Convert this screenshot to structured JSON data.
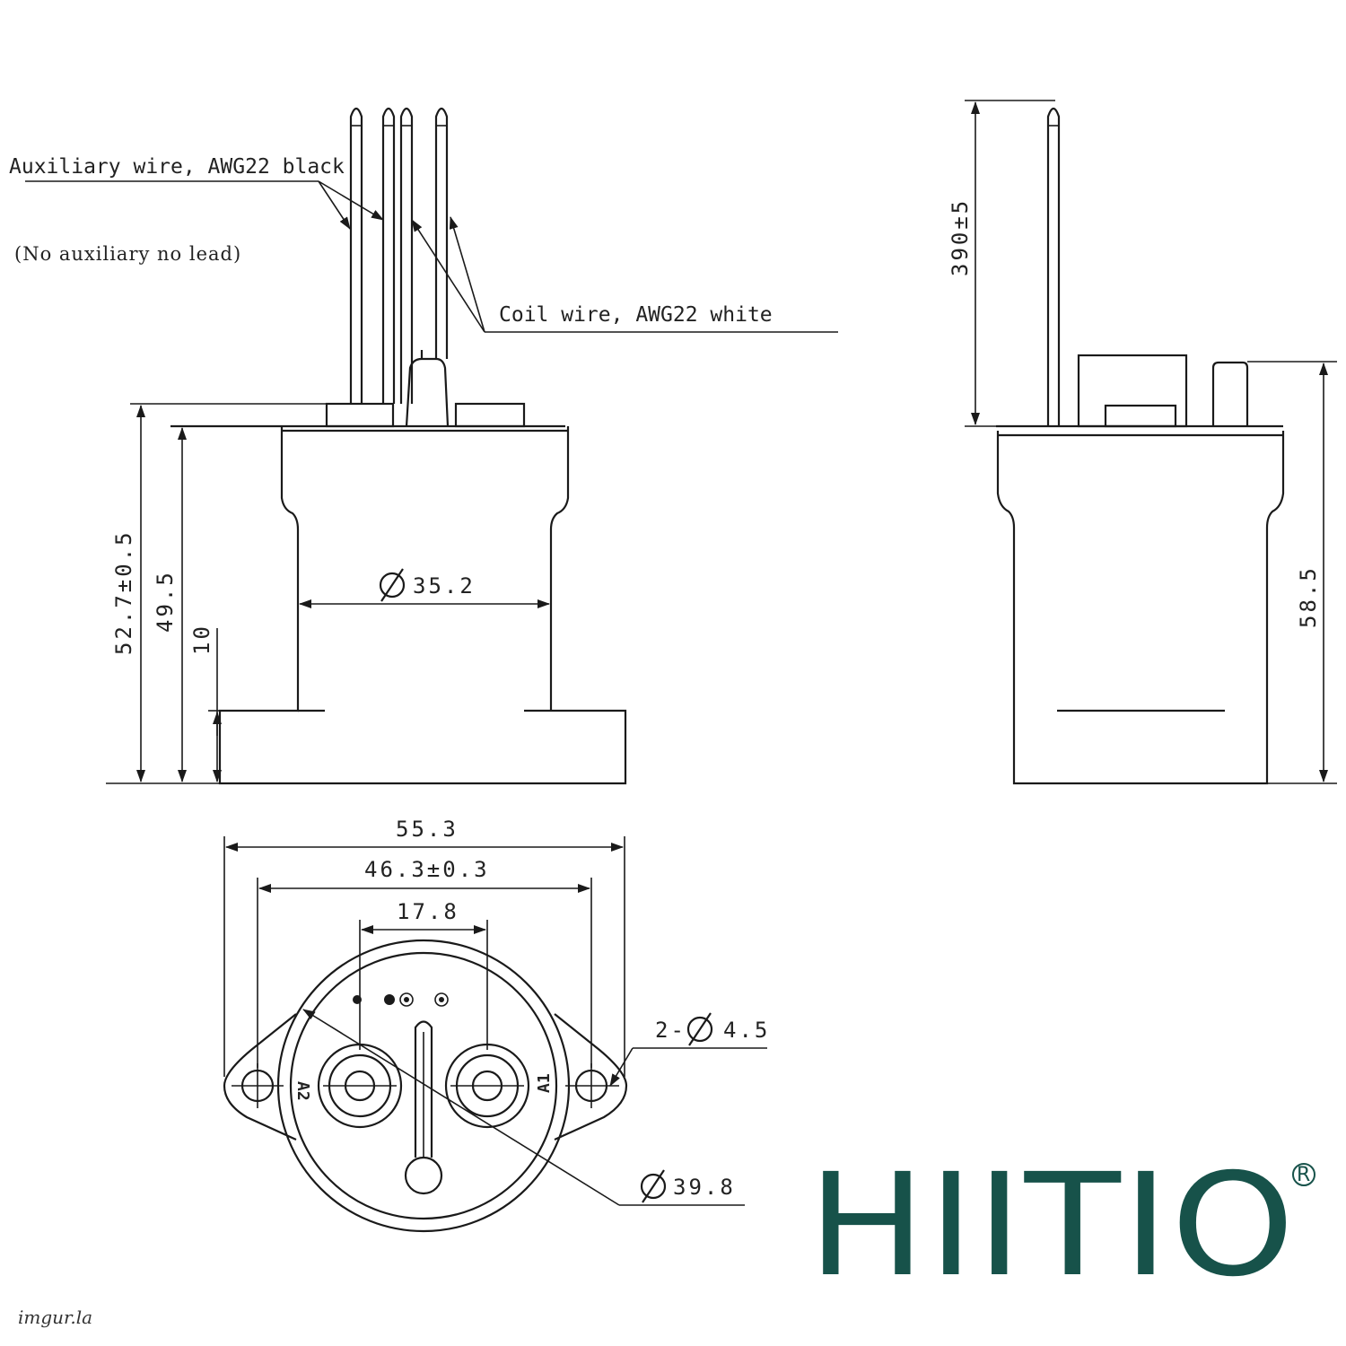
{
  "notes": {
    "aux_wire": "Auxiliary wire, AWG22 black",
    "no_aux": "(No auxiliary no lead)",
    "coil_wire": "Coil wire, AWG22 white"
  },
  "dimensions": {
    "body_diameter": "35.2",
    "total_height": "52.7±0.5",
    "body_height": "49.5",
    "base_height": "10",
    "lead_length": "390±5",
    "side_height": "58.5",
    "width_overall": "55.3",
    "hole_spacing": "46.3±0.3",
    "terminal_spacing": "17.8",
    "mount_holes": "2-",
    "mount_hole_dia": "4.5",
    "outer_dia": "39.8"
  },
  "terminals": {
    "left": "A2",
    "right": "A1"
  },
  "brand": {
    "logo": "HIITIO",
    "registered": "®",
    "color": "#17524a"
  },
  "watermark": "imgur.la"
}
